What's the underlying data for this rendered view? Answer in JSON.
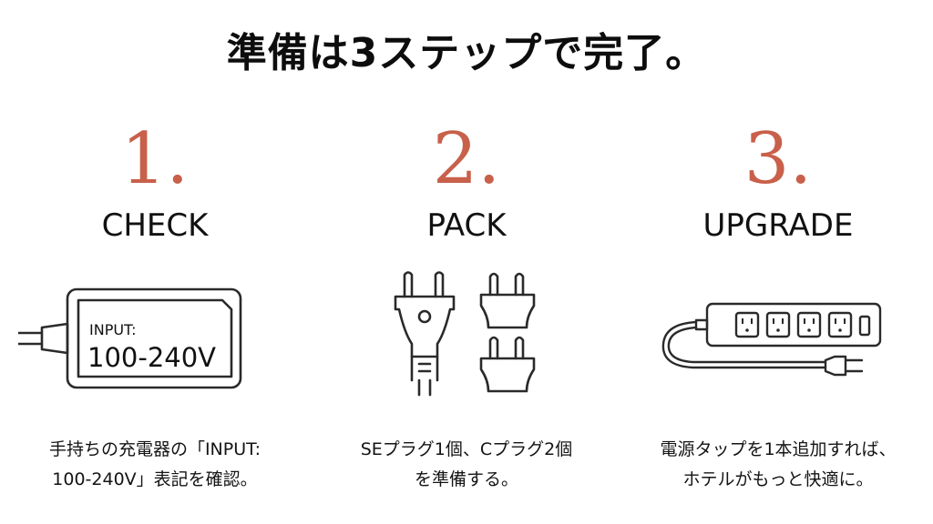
{
  "title": "準備は3ステップで完了。",
  "accent_color": "#c8604a",
  "steps": [
    {
      "number": "1.",
      "heading": "CHECK",
      "icon": "ac-adapter-icon",
      "icon_label_line1": "INPUT:",
      "icon_label_line2": "100-240V",
      "desc_line1": "手持ちの充電器の「INPUT:",
      "desc_line2": "100-240V」表記を確認。"
    },
    {
      "number": "2.",
      "heading": "PACK",
      "icon": "plug-adapters-icon",
      "desc_line1": "SEプラグ1個、Cプラグ2個",
      "desc_line2": "を準備する。"
    },
    {
      "number": "3.",
      "heading": "UPGRADE",
      "icon": "power-strip-icon",
      "desc_line1": "電源タップを1本追加すれば、",
      "desc_line2": "ホテルがもっと快適に。"
    }
  ]
}
